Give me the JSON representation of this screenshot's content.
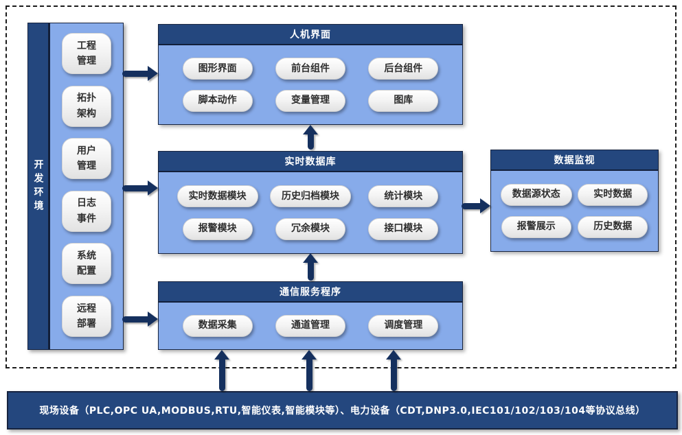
{
  "colors": {
    "navy": "#24477e",
    "navy_dark": "#16233f",
    "arrow": "#15305e",
    "panel_blue": "#87abea",
    "button_gray": "#ededed"
  },
  "sidebar": {
    "label": "开发环境",
    "items": [
      "工程\n管理",
      "拓扑\n架构",
      "用户\n管理",
      "日志\n事件",
      "系统\n配置",
      "远程\n部署"
    ]
  },
  "panels": {
    "hmi": {
      "title": "人机界面",
      "buttons": [
        "图形界面",
        "前台组件",
        "后台组件",
        "脚本动作",
        "变量管理",
        "图库"
      ]
    },
    "rtdb": {
      "title": "实时数据库",
      "buttons": [
        "实时数据模块",
        "历史归档模块",
        "统计模块",
        "报警模块",
        "冗余模块",
        "接口模块"
      ]
    },
    "comm": {
      "title": "通信服务程序",
      "buttons": [
        "数据采集",
        "通道管理",
        "调度管理"
      ]
    },
    "monitor": {
      "title": "数据监视",
      "buttons": [
        "数据源状态",
        "实时数据",
        "报警展示",
        "历史数据"
      ]
    }
  },
  "bottom_bar": {
    "text": "现场设备（PLC,OPC UA,MODBUS,RTU,智能仪表,智能模块等）、电力设备（CDT,DNP3.0,IEC101/102/103/104等协议总线）"
  }
}
